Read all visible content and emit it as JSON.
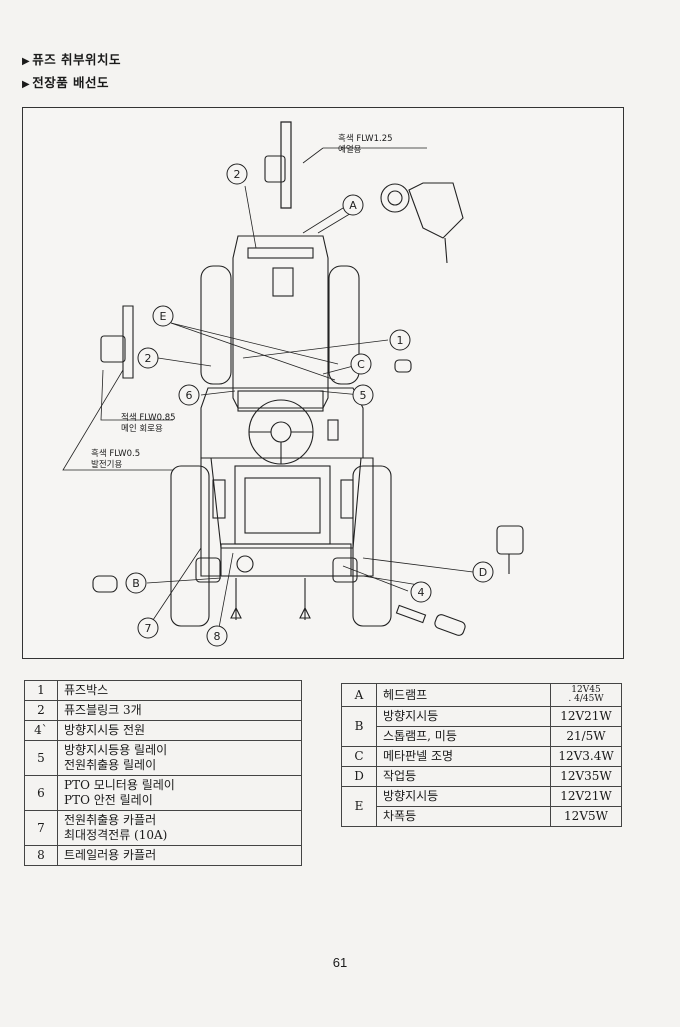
{
  "headings": {
    "fuse_location": "퓨즈 취부위치도",
    "wiring": "전장품 배선도"
  },
  "diagram": {
    "callouts": {
      "c1": "1",
      "c2a": "2",
      "c2b": "2",
      "c4": "4",
      "c5": "5",
      "c6": "6",
      "c7": "7",
      "c8": "8",
      "cA": "A",
      "cB": "B",
      "cC": "C",
      "cD": "D",
      "cE": "E"
    },
    "wire_notes": {
      "black_125_line1": "흑색 FLW1.25",
      "black_125_line2": "예열용",
      "red_085_line1": "적색 FLW0.85",
      "red_085_line2": "메인 회로용",
      "black_05_line1": "흑색 FLW0.5",
      "black_05_line2": "발전기용"
    }
  },
  "left_table": [
    {
      "no": "1",
      "lines": [
        "퓨즈박스"
      ]
    },
    {
      "no": "2",
      "lines": [
        "퓨즈블링크 3개"
      ]
    },
    {
      "no": "4`",
      "lines": [
        "방향지시등 전원"
      ]
    },
    {
      "no": "5",
      "lines": [
        "방향지시등용 릴레이",
        "전원취출용 릴레이"
      ]
    },
    {
      "no": "6",
      "lines": [
        "PTO 모니터용 릴레이",
        "PTO 안전 릴레이"
      ]
    },
    {
      "no": "7",
      "lines": [
        "전원취출용 카플러",
        "최대정격전류 (10A)"
      ]
    },
    {
      "no": "8",
      "lines": [
        "트레일러용 카플러"
      ]
    }
  ],
  "right_table": [
    {
      "code": "A",
      "name": "헤드램프",
      "spec": "12V45\n. 4/45W"
    },
    {
      "code": "B",
      "name": "방향지시등",
      "spec": "12V21W"
    },
    {
      "code": "",
      "name": "스톱램프, 미등",
      "spec": "21/5W"
    },
    {
      "code": "C",
      "name": "메타판넬 조명",
      "spec": "12V3.4W"
    },
    {
      "code": "D",
      "name": "작업등",
      "spec": "12V35W"
    },
    {
      "code": "E",
      "name": "방향지시등",
      "spec": "12V21W"
    },
    {
      "code": "",
      "name": "차폭등",
      "spec": "12V5W"
    }
  ],
  "page_number": "61"
}
